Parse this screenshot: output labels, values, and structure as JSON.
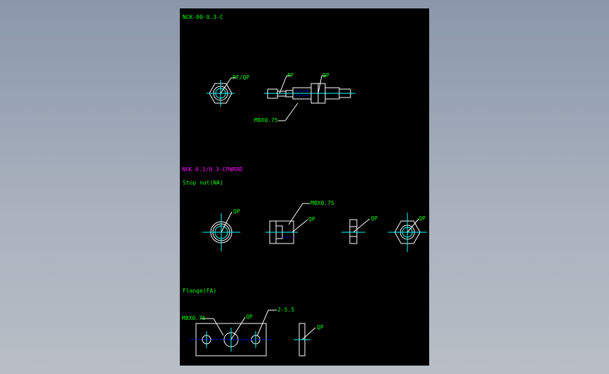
{
  "drawing": {
    "title": "NCK-00-0.3-C",
    "section_label": "NCK-0.1/0.3-CPWRRD",
    "stop_nut_label": "Stop nut(NA)",
    "flange_label": "Flange(FA)"
  },
  "annotations": {
    "top_hex": "PF/QP",
    "top_rod_left": "PF",
    "top_rod_right": "QP",
    "top_thread": "M8X0.75",
    "stop_circle": "QP",
    "stop_body_thread": "M8X0.75",
    "stop_body": "QP",
    "stop_thin": "QP",
    "stop_hex": "QP",
    "flange_left": "M8X0.75",
    "flange_center": "QP",
    "flange_holes": "2-5.5",
    "flange_side": "QP"
  },
  "colors": {
    "background": "#000000",
    "title": "#00ff00",
    "section": "#ff00ff",
    "geometry": "#ffffff",
    "centerline": "#00ffff",
    "hidden": "#0000ff",
    "leader": "#ffffff"
  }
}
